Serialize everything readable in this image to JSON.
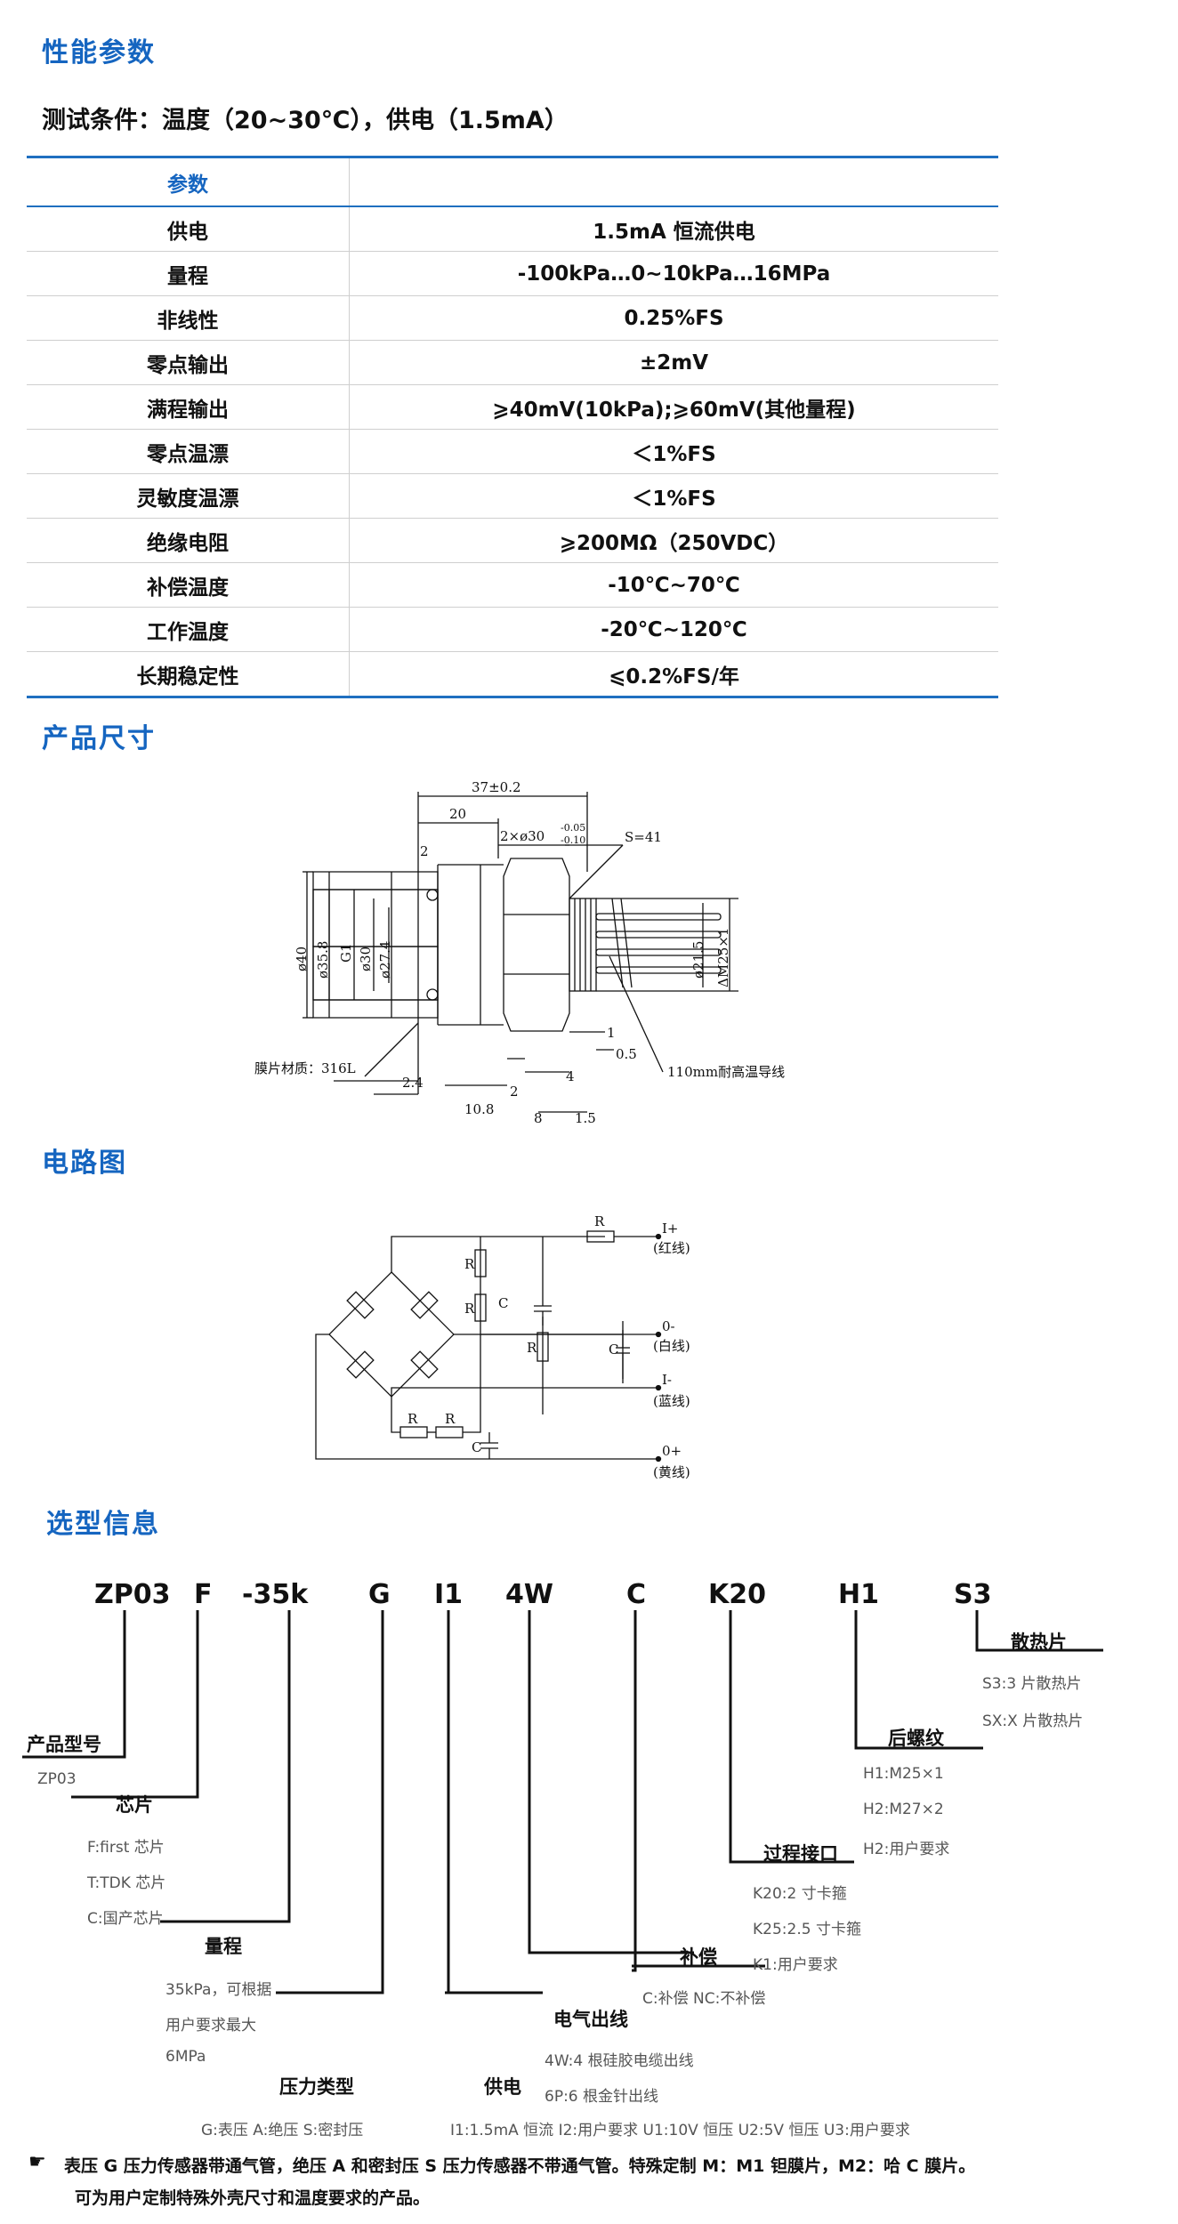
{
  "sections": {
    "performance": "性能参数",
    "dimensions": "产品尺寸",
    "circuit": "电路图",
    "selection": "选型信息"
  },
  "test_condition": "测试条件：温度（20~30℃），供电（1.5mA）",
  "spec_table": {
    "header": "参数",
    "rows": [
      {
        "name": "供电",
        "value": "1.5mA 恒流供电"
      },
      {
        "name": "量程",
        "value": "-100kPa…0~10kPa…16MPa"
      },
      {
        "name": "非线性",
        "value": "0.25%FS"
      },
      {
        "name": "零点输出",
        "value": "±2mV"
      },
      {
        "name": "满程输出",
        "value": "⩾40mV(10kPa);⩾60mV(其他量程)"
      },
      {
        "name": "零点温漂",
        "value": "＜1%FS"
      },
      {
        "name": "灵敏度温漂",
        "value": "＜1%FS"
      },
      {
        "name": "绝缘电阻",
        "value": "⩾200MΩ（250VDC）"
      },
      {
        "name": "补偿温度",
        "value": "-10℃~70℃"
      },
      {
        "name": "工作温度",
        "value": "-20℃~120℃"
      },
      {
        "name": "长期稳定性",
        "value": "⩽0.2%FS/年"
      }
    ]
  },
  "drawing": {
    "dims": [
      "37±0.2",
      "20",
      "2×ø30",
      "-0.05",
      "-0.10",
      "S=41",
      "2",
      "ø40",
      "ø35.8",
      "G1",
      "ø30",
      "ø27.4",
      "ø21.5",
      "ΔM25×1",
      "1",
      "0.5",
      "2.4",
      "2",
      "4",
      "10.8",
      "8",
      "1.5"
    ],
    "membrane_note": "膜片材质：316L",
    "wire_note": "110mm耐高温导线"
  },
  "circuit": {
    "resistor": "R",
    "capacitor": "C",
    "terminals": [
      {
        "pin": "I+",
        "color": "(红线)"
      },
      {
        "pin": "0-",
        "color": "(白线)"
      },
      {
        "pin": "I-",
        "color": "(蓝线)"
      },
      {
        "pin": "0+",
        "color": "(黄线)"
      }
    ]
  },
  "selection": {
    "codes": [
      "ZP03",
      "F",
      "-35k",
      "G",
      "I1",
      "4W",
      "C",
      "K20",
      "H1",
      "S3"
    ],
    "groups": [
      {
        "title": "产品型号",
        "options": [
          "ZP03"
        ]
      },
      {
        "title": "芯片",
        "options": [
          "F:first 芯片",
          "T:TDK 芯片",
          "C:国产芯片"
        ]
      },
      {
        "title": "量程",
        "options": [
          "35kPa，可根据",
          "用户要求最大",
          "6MPa"
        ]
      },
      {
        "title": "压力类型",
        "options": [
          "G:表压 A:绝压 S:密封压"
        ]
      },
      {
        "title": "供电",
        "options": [
          "I1:1.5mA 恒流 I2:用户要求 U1:10V 恒压 U2:5V 恒压 U3:用户要求"
        ]
      },
      {
        "title": "电气出线",
        "options": [
          "4W:4 根硅胶电缆出线",
          "6P:6 根金针出线"
        ]
      },
      {
        "title": "补偿",
        "options": [
          "C:补偿 NC:不补偿"
        ]
      },
      {
        "title": "过程接口",
        "options": [
          "K20:2 寸卡箍",
          "K25:2.5 寸卡箍",
          "K1:用户要求"
        ]
      },
      {
        "title": "后螺纹",
        "options": [
          "H1:M25×1",
          "H2:M27×2",
          "H2:用户要求"
        ]
      },
      {
        "title": "散热片",
        "options": [
          "S3:3 片散热片",
          "SX:X 片散热片"
        ]
      }
    ]
  },
  "notes": {
    "icon": "pointing-hand-icon",
    "line1": "表压 G 压力传感器带通气管，绝压 A 和密封压 S 压力传感器不带通气管。特殊定制 M：M1 钽膜片，M2：哈 C 膜片。",
    "line2": "可为用户定制特殊外壳尺寸和温度要求的产品。"
  }
}
